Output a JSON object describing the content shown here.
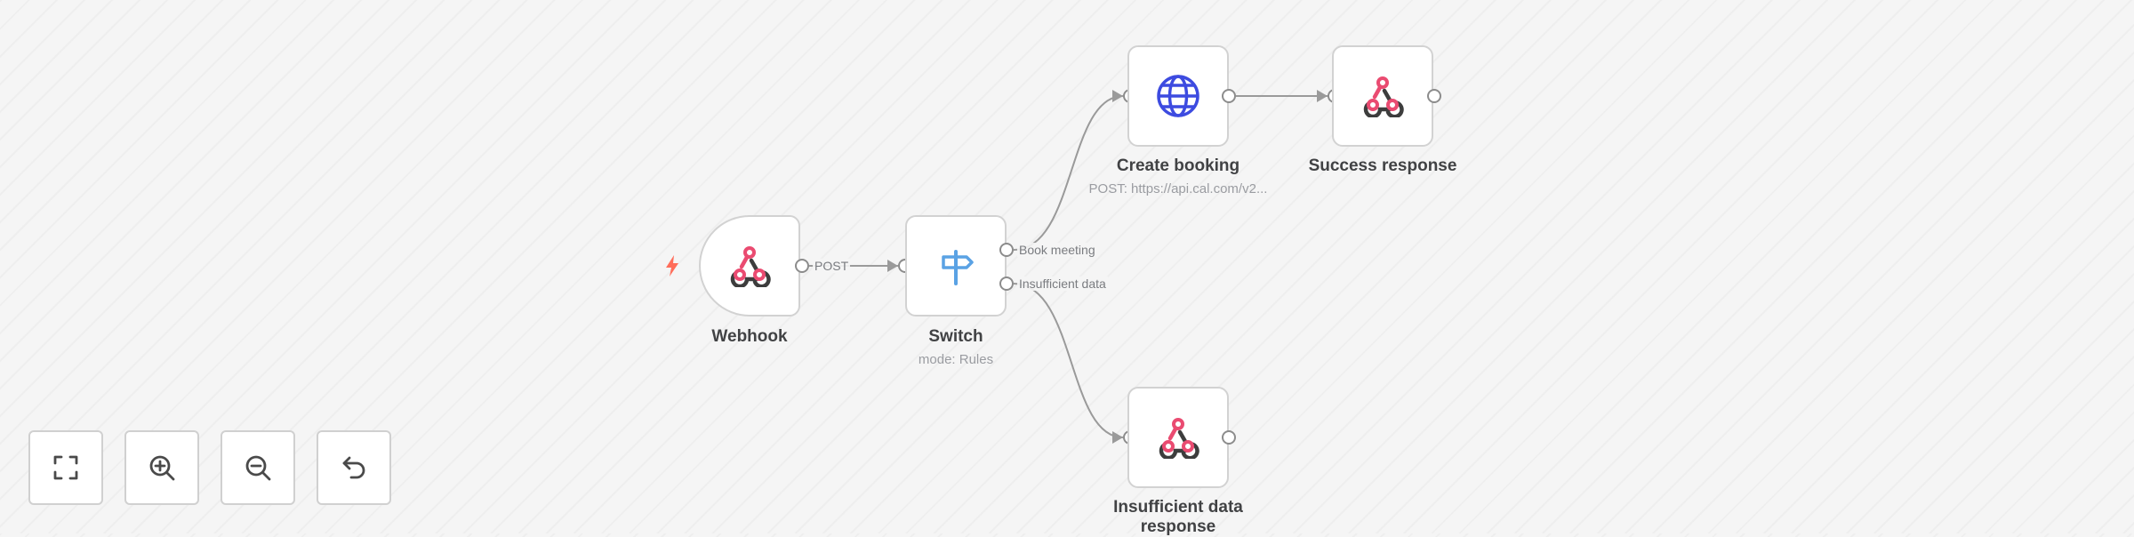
{
  "nodes": {
    "webhook": {
      "label": "Webhook",
      "icon": "webhook-icon"
    },
    "switch": {
      "label": "Switch",
      "sublabel": "mode: Rules",
      "icon": "signpost-icon"
    },
    "create_booking": {
      "label": "Create booking",
      "sublabel": "POST: https://api.cal.com/v2...",
      "icon": "globe-icon"
    },
    "success_response": {
      "label": "Success response",
      "icon": "webhook-icon"
    },
    "insufficient_response": {
      "label_line1": "Insufficient data",
      "label_line2": "response",
      "icon": "webhook-icon"
    }
  },
  "edges": {
    "webhook_to_switch": "POST",
    "switch_output_1": "Book meeting",
    "switch_output_2": "Insufficient data"
  },
  "controls": [
    "fit-view-icon",
    "zoom-in-icon",
    "zoom-out-icon",
    "reset-zoom-icon"
  ],
  "colors": {
    "webhook_pink": "#ea4b71",
    "webhook_dark": "#3d3d3d",
    "globe_blue": "#3d4be0",
    "switch_blue": "#5aa2e4",
    "trigger_bolt": "#ff6d5a",
    "node_border": "#d2d2d2",
    "edge": "#9a9a9a"
  }
}
